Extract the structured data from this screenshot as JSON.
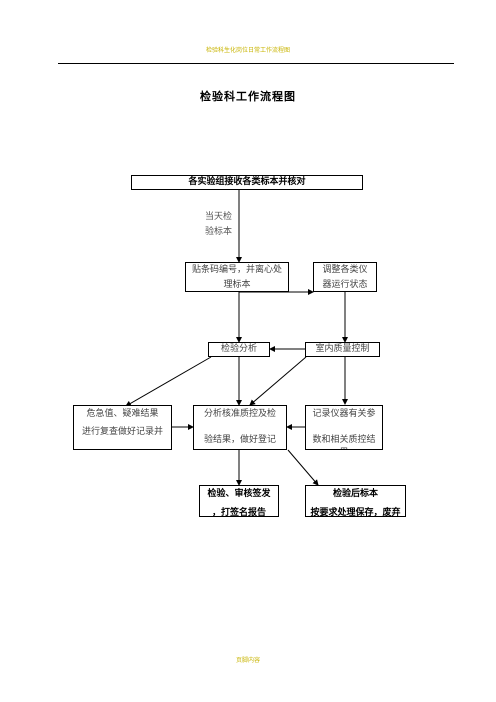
{
  "header": {
    "text": "检验科生化岗位日常工作流程图"
  },
  "title": "检验科工作流程图",
  "nodes": {
    "receive": "各实验组接收各类标本并核对",
    "same_day_label": [
      "当天检",
      "验标本"
    ],
    "barcode": [
      "贴条码编号，并离心处",
      "理标本"
    ],
    "calibrate": [
      "调整各类仪",
      "器运行状态"
    ],
    "analysis": "检验分析",
    "qc": "室内质量控制",
    "critical": [
      "危急值、疑难结果",
      "进行复查做好记录并"
    ],
    "review": [
      "分析核准质控及检",
      "验结果，做好登记"
    ],
    "record": [
      "记录仪器有关参",
      "数和相关质控结果"
    ],
    "report": [
      "检验、审核签发",
      "，打签名报告"
    ],
    "specimen": [
      "检验后标本",
      "按要求处理保存，废弃"
    ]
  },
  "footer": {
    "text": "页脚内容"
  }
}
